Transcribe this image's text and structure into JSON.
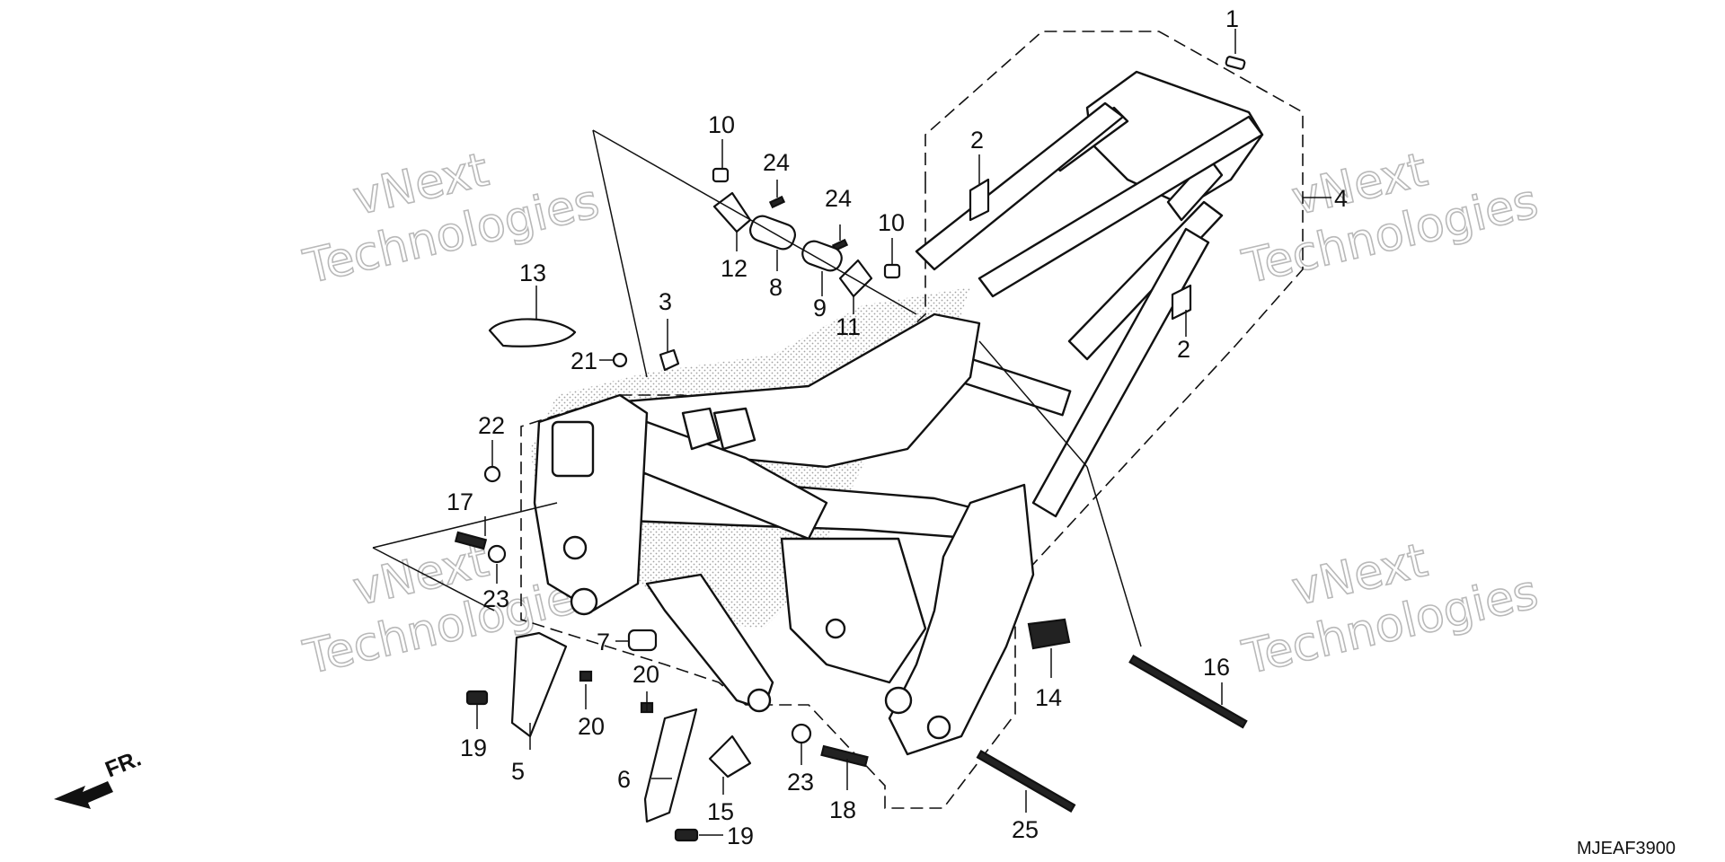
{
  "diagram": {
    "code": "MJEAF3900",
    "watermark": {
      "line1": "vNext",
      "line2": "Technologies"
    },
    "direction_label": "FR.",
    "callouts": [
      {
        "id": "c1",
        "text": "1"
      },
      {
        "id": "c2a",
        "text": "2"
      },
      {
        "id": "c2b",
        "text": "2"
      },
      {
        "id": "c3",
        "text": "3"
      },
      {
        "id": "c4",
        "text": "4"
      },
      {
        "id": "c5",
        "text": "5"
      },
      {
        "id": "c6",
        "text": "6"
      },
      {
        "id": "c7",
        "text": "7"
      },
      {
        "id": "c8",
        "text": "8"
      },
      {
        "id": "c9",
        "text": "9"
      },
      {
        "id": "c10a",
        "text": "10"
      },
      {
        "id": "c10b",
        "text": "10"
      },
      {
        "id": "c11",
        "text": "11"
      },
      {
        "id": "c12",
        "text": "12"
      },
      {
        "id": "c13",
        "text": "13"
      },
      {
        "id": "c14",
        "text": "14"
      },
      {
        "id": "c15",
        "text": "15"
      },
      {
        "id": "c16",
        "text": "16"
      },
      {
        "id": "c17",
        "text": "17"
      },
      {
        "id": "c18",
        "text": "18"
      },
      {
        "id": "c19a",
        "text": "19"
      },
      {
        "id": "c19b",
        "text": "19"
      },
      {
        "id": "c20a",
        "text": "20"
      },
      {
        "id": "c20b",
        "text": "20"
      },
      {
        "id": "c21",
        "text": "21"
      },
      {
        "id": "c22",
        "text": "22"
      },
      {
        "id": "c23a",
        "text": "23"
      },
      {
        "id": "c23b",
        "text": "23"
      },
      {
        "id": "c24a",
        "text": "24"
      },
      {
        "id": "c24b",
        "text": "24"
      },
      {
        "id": "c25",
        "text": "25"
      }
    ]
  }
}
